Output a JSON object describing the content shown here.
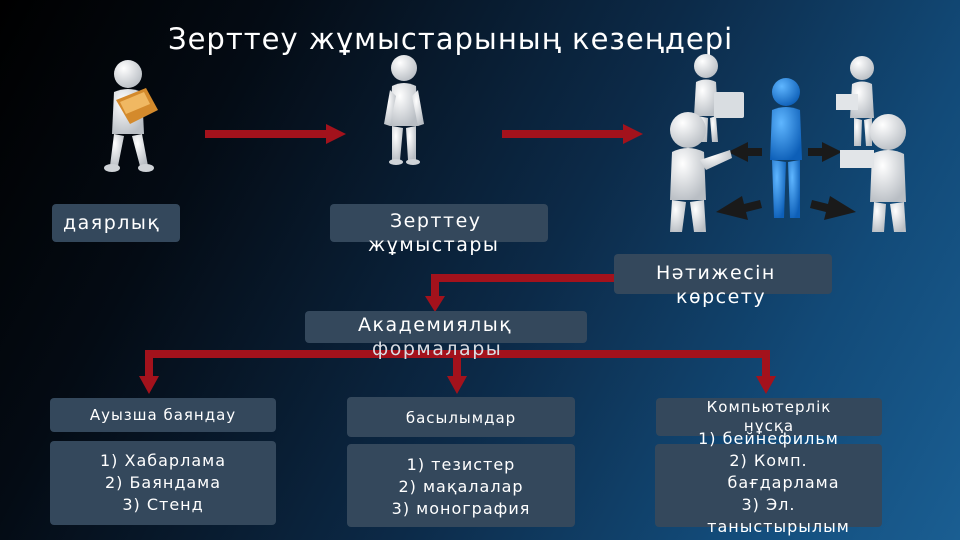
{
  "title": "Зерттеу жұмыстарының кезеңдері",
  "stages": {
    "preparation": "даярлық",
    "research_line1": "Зерттеу",
    "research_line2": "жұмыстары",
    "results_line1": "Нәтижесін",
    "results_line2": "көрсету"
  },
  "academic": {
    "line1": "Академиялық",
    "line2": "формалары"
  },
  "categories": {
    "oral": {
      "label": "Ауызша баяндау",
      "items": [
        "1)   Хабарлама",
        "2)   Баяндама",
        "3)   Стенд"
      ]
    },
    "publications": {
      "label": "басылымдар",
      "items": [
        "1)   тезистер",
        "2)   мақалалар",
        "3)   монография"
      ]
    },
    "computer": {
      "label_line1": "Компьютерлік",
      "label_line2": "нұсқа",
      "items": [
        "1)   бейнефильм",
        "2)   Комп.",
        "бағдарлама",
        "3)   Эл.",
        "таныстырылым"
      ]
    }
  },
  "colors": {
    "arrow": "#a3121c",
    "box": "#34485c",
    "figure": "#e8e8e8",
    "highlight_figure": "#1e88e5"
  }
}
